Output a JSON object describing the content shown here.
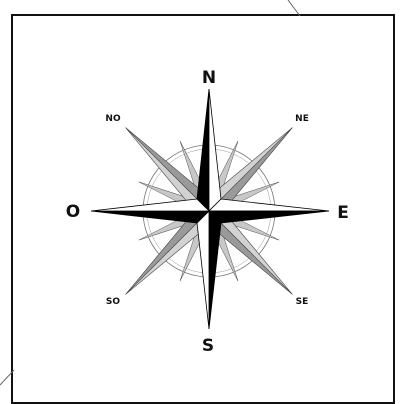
{
  "compass": {
    "labels": {
      "n": "N",
      "ne": "NE",
      "e": "E",
      "se": "SE",
      "s": "S",
      "so": "SO",
      "o": "O",
      "no": "NO"
    },
    "colors": {
      "dark": "#000000",
      "light": "#ffffff",
      "gray": "#9a9a9a",
      "light_gray": "#c8c8c8",
      "frame": "#111111"
    }
  }
}
